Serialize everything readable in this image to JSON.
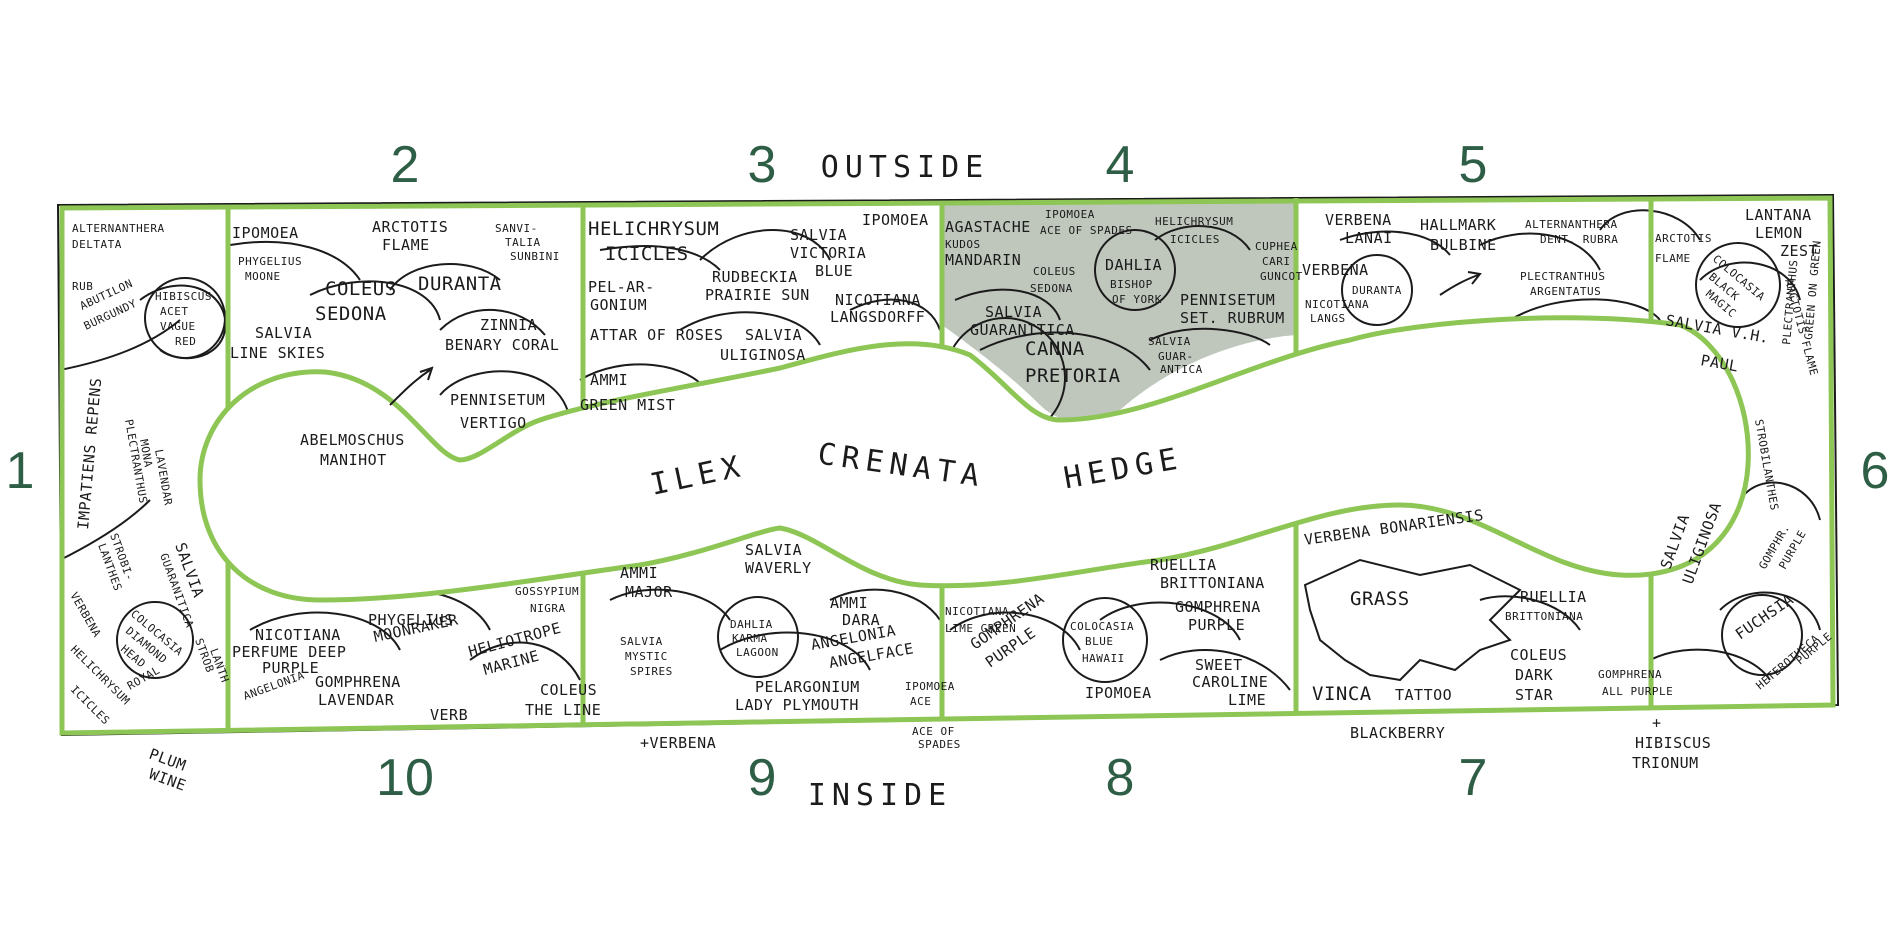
{
  "labels": {
    "outside": "OUTSIDE",
    "inside": "INSIDE",
    "hedge": [
      "ILEX",
      "CRENATA",
      "HEDGE"
    ]
  },
  "section_numbers": [
    "1",
    "2",
    "3",
    "4",
    "5",
    "6",
    "7",
    "8",
    "9",
    "10"
  ],
  "highlighted_section": "4",
  "colors": {
    "bed_outline": "#8dc655",
    "section_number": "#2e5e45",
    "highlight_fill": "#bfc7bd",
    "ink": "#1b1b1b"
  },
  "plants": {
    "s1": [
      "ALTERNANTHERA",
      "DELTATA",
      "RUB",
      "ABUTILON",
      "BURGUNDY",
      "HIBISCUS",
      "ACET",
      "VAGUE",
      "RED",
      "IMPATIENS REPENS",
      "PLECTRANTHUS",
      "MONA",
      "LAVENDAR",
      "SALVIA",
      "GUARANITICA",
      "STROBI-",
      "LANTHES",
      "COLOCASIA",
      "DIAMOND",
      "HEAD",
      "VERBENA",
      "HELICHRYSUM",
      "ICICLES",
      "ROYAL",
      "STROB",
      "LANTH"
    ],
    "s2": [
      "IPOMOEA",
      "PHYGELIUS",
      "MOONE",
      "ARCTOTIS",
      "FLAME",
      "SANVI-",
      "TALIA",
      "SUNBINI",
      "COLEUS",
      "SEDONA",
      "DURANTA",
      "SALVIA",
      "LINE SKIES",
      "ZINNIA",
      "BENARY CORAL",
      "ABELMOSCHUS",
      "MANIHOT",
      "PENNISETUM",
      "VERTIGO"
    ],
    "s3": [
      "HELICHRYSUM",
      "ICICLES",
      "SALVIA",
      "VICTORIA",
      "BLUE",
      "IPOMOEA",
      "RUDBECKIA",
      "PRAIRIE SUN",
      "PEL-AR-",
      "GONIUM",
      "ATTAR OF ROSES",
      "NICOTIANA",
      "LANGSDORFF",
      "SALVIA",
      "ULIGINOSA",
      "AMMI",
      "GREEN MIST"
    ],
    "s4": [
      "AGASTACHE",
      "KUDOS",
      "MANDARIN",
      "IPOMOEA",
      "ACE OF SPADES",
      "HELICHRYSUM",
      "ICICLES",
      "COLEUS",
      "SEDONA",
      "DAHLIA",
      "BISHOP",
      "OF YORK",
      "CUPHEA",
      "CARI",
      "GUNCOT",
      "SALVIA",
      "GUARANITICA",
      "PENNISETUM",
      "SET. RUBRUM",
      "CANNA",
      "PRETORIA",
      "SALVIA",
      "GUAR-",
      "ANTICA"
    ],
    "s5": [
      "VERBENA",
      "LANAI",
      "HALLMARK",
      "BULBINE",
      "ALTERNANTHERA",
      "DENT. RUBRA",
      "VERBENA",
      "DURANTA",
      "NICOTIANA",
      "LANGS",
      "PLECTRANTHUS",
      "ARGENTATUS"
    ],
    "s6": [
      "ARCTOTIS",
      "FLAME",
      "LANTANA",
      "LEMON",
      "ZEST",
      "COLOCASIA",
      "BLACK",
      "MAGIC",
      "SALVIA V.H.",
      "PAUL",
      "ARCTOTIS FLAME",
      "STROBILANTHES",
      "PLECTRANTHUS",
      "GREEN ON GREEN",
      "SALVIA",
      "ULIGINOSA",
      "GOMPHR.",
      "PURPLE",
      "FUCHSIA",
      "GOMPHRENA",
      "ALL PURPLE",
      "HETEROTHECA",
      "PURPLE"
    ],
    "s7": [
      "VERBENA BONARIENSIS",
      "GRASS",
      "RUELLIA",
      "BRITTONIANA",
      "COLEUS",
      "DARK",
      "STAR",
      "VINCA",
      "TATTOO"
    ],
    "s8": [
      "RUELLIA",
      "BRITTONIANA",
      "NICOTIANA",
      "LIME GREEN",
      "GOMPHRENA",
      "PURPLE",
      "COLOCASIA",
      "BLUE",
      "HAWAII",
      "GOMPHRENA",
      "PURPLE",
      "IPOMOEA",
      "SWEET",
      "CAROLINE",
      "LIME"
    ],
    "s9": [
      "SALVIA",
      "WAVERLY",
      "AMMI",
      "MAJOR",
      "AMMI",
      "DARA",
      "SALVIA",
      "MYSTIC",
      "SPIRES",
      "DAHLIA",
      "KARMA",
      "LAGOON",
      "ANGELONIA",
      "ANGELFACE",
      "PELARGONIUM",
      "LADY PLYMOUTH",
      "IPOMOEA",
      "ACE"
    ],
    "s10": [
      "NICOTIANA",
      "PERFUME DEEP",
      "PURPLE",
      "PHYGELIUS",
      "MOONRAKER",
      "GOSSYPIUM",
      "NIGRA",
      "HELIOTROPE",
      "MARINE",
      "ANGELONIA",
      "GOMPHRENA",
      "LAVENDAR",
      "VERB",
      "COLEUS",
      "THE LINE"
    ]
  },
  "outside_notes": [
    "PLUM",
    "WINE",
    "+VERBENA",
    "ACE OF",
    "SPADES",
    "BLACKBERRY",
    "+",
    "HIBISCUS",
    "TRIONUM"
  ]
}
